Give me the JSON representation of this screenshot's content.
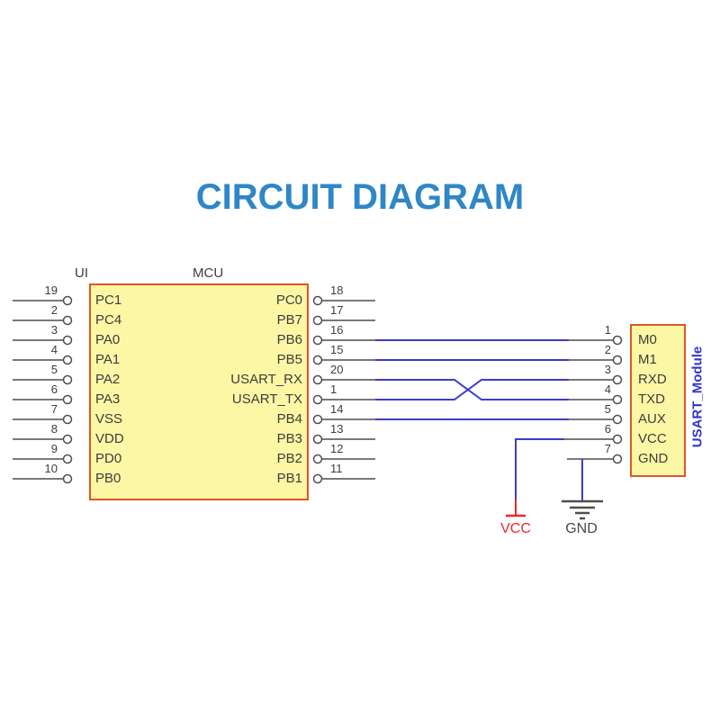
{
  "title": {
    "text": "CIRCUIT DIAGRAM"
  },
  "mcu": {
    "ref": "UI",
    "name": "MCU",
    "left_pins": [
      {
        "num": "19",
        "label": "PC1"
      },
      {
        "num": "2",
        "label": "PC4"
      },
      {
        "num": "3",
        "label": "PA0"
      },
      {
        "num": "4",
        "label": "PA1"
      },
      {
        "num": "5",
        "label": "PA2"
      },
      {
        "num": "6",
        "label": "PA3"
      },
      {
        "num": "7",
        "label": "VSS"
      },
      {
        "num": "8",
        "label": "VDD"
      },
      {
        "num": "9",
        "label": "PD0"
      },
      {
        "num": "10",
        "label": "PB0"
      }
    ],
    "right_pins": [
      {
        "num": "18",
        "label": "PC0"
      },
      {
        "num": "17",
        "label": "PB7"
      },
      {
        "num": "16",
        "label": "PB6"
      },
      {
        "num": "15",
        "label": "PB5"
      },
      {
        "num": "20",
        "label": "USART_RX"
      },
      {
        "num": "1",
        "label": "USART_TX"
      },
      {
        "num": "14",
        "label": "PB4"
      },
      {
        "num": "13",
        "label": "PB3"
      },
      {
        "num": "12",
        "label": "PB2"
      },
      {
        "num": "11",
        "label": "PB1"
      }
    ]
  },
  "usart_module": {
    "name": "USART_Module",
    "pins": [
      {
        "num": "1",
        "label": "M0"
      },
      {
        "num": "2",
        "label": "M1"
      },
      {
        "num": "3",
        "label": "RXD"
      },
      {
        "num": "4",
        "label": "TXD"
      },
      {
        "num": "5",
        "label": "AUX"
      },
      {
        "num": "6",
        "label": "VCC"
      },
      {
        "num": "7",
        "label": "GND"
      }
    ]
  },
  "power": {
    "vcc_label": "VCC",
    "gnd_label": "GND"
  },
  "connections": [
    {
      "from": "MCU.PB6",
      "to": "USART_Module.M0",
      "crossover": false
    },
    {
      "from": "MCU.PB5",
      "to": "USART_Module.M1",
      "crossover": false
    },
    {
      "from": "MCU.USART_RX",
      "to": "USART_Module.TXD",
      "crossover": true
    },
    {
      "from": "MCU.USART_TX",
      "to": "USART_Module.RXD",
      "crossover": true
    },
    {
      "from": "MCU.PB4",
      "to": "USART_Module.AUX",
      "crossover": false
    },
    {
      "from": "USART_Module.VCC",
      "to": "VCC",
      "crossover": false
    },
    {
      "from": "USART_Module.GND",
      "to": "GND",
      "crossover": false
    }
  ],
  "colors": {
    "title_blue": "#2e87c6",
    "box_fill": "#fcf7a5",
    "box_border": "#dd5627",
    "wire_gray": "#666666",
    "net_blue": "#3c3ccd",
    "module_blue": "#3333cc",
    "vcc_red": "#e9282d",
    "label_gray": "#3d3d3d"
  }
}
